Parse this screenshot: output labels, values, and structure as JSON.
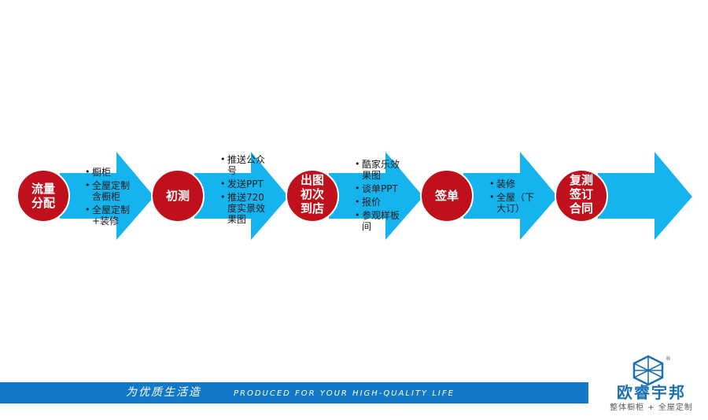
{
  "colors": {
    "arrow": "#16b4ee",
    "circle": "#c0101c",
    "circle_border": "#ffffff",
    "band": "#1278c8",
    "brand": "#1a6fb5"
  },
  "stages": [
    {
      "circle": "流量\n分配",
      "bullets": [
        "橱柜",
        "全屋定制含橱柜",
        "全屋定制+装修"
      ]
    },
    {
      "circle": "初测",
      "bullets": [
        "推送公众号",
        "发送PPT",
        "推送720度实景效果图"
      ]
    },
    {
      "circle": "出图\n初次\n到店",
      "bullets": [
        "酷家乐效果图",
        "谈单PPT",
        "报价",
        "参观样板间"
      ]
    },
    {
      "circle": "签单",
      "bullets": [
        "装修",
        "全屋（下大订）"
      ]
    },
    {
      "circle": "复测\n签订\n合同",
      "bullets": []
    }
  ],
  "footer": {
    "slogan_cn": "为优质生活造",
    "slogan_en": "PRODUCED FOR YOUR HIGH-QUALITY LIFE"
  },
  "logo": {
    "icon": "cube-icon",
    "name": "欧睿宇邦",
    "tagline": "整体橱柜 + 全屋定制",
    "reg": "®"
  }
}
